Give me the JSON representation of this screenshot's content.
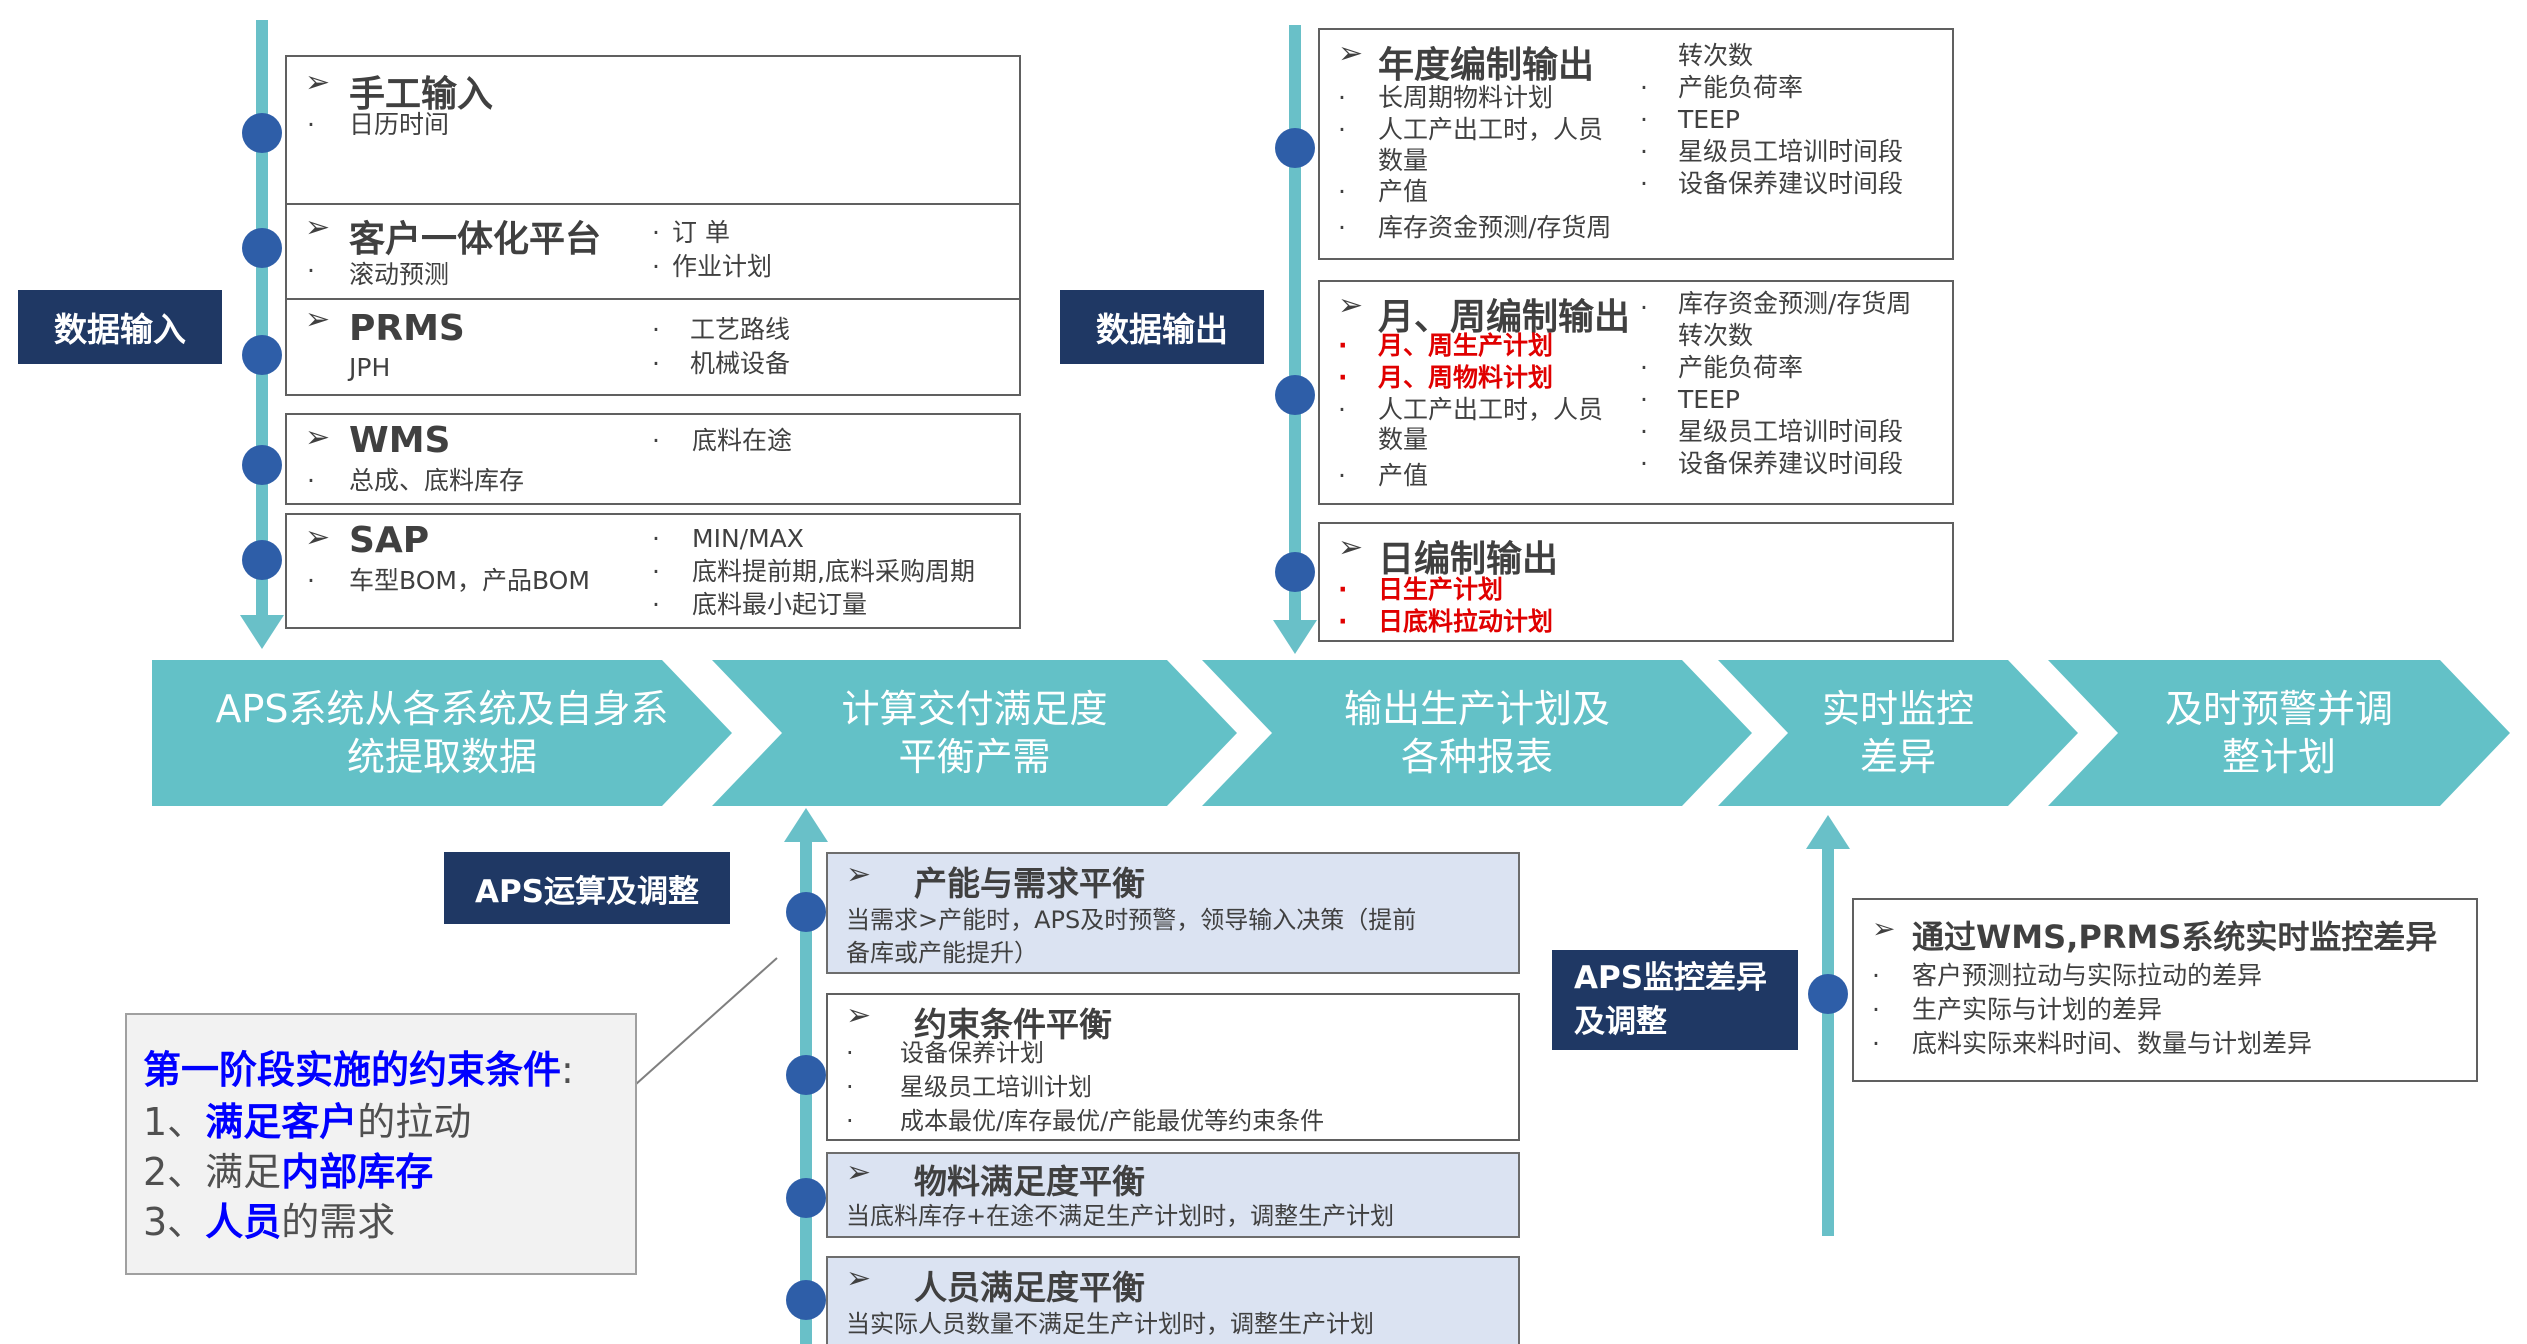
{
  "labels": {
    "data_input": "数据输入",
    "data_output": "数据输出",
    "aps_calc": "APS运算及调整",
    "aps_monitor": "APS监控差异\n及调整"
  },
  "process": [
    "APS系统从各系统及自身系\n统提取数据",
    "计算交付满足度\n平衡产需",
    "输出生产计划及\n各种报表",
    "实时监控\n差异",
    "及时预警并调\n整计划"
  ],
  "input_boxes": {
    "manual": {
      "title": "手工输入",
      "items": [
        "日历时间"
      ]
    },
    "customer": {
      "title": "客户一体化平台",
      "left": [
        "滚动预测"
      ],
      "right": [
        "订 单",
        "作业计划"
      ]
    },
    "prms": {
      "title": "PRMS",
      "left": [
        "JPH"
      ],
      "right": [
        "工艺路线",
        "机械设备"
      ]
    },
    "wms": {
      "title": "WMS",
      "left": [
        "总成、底料库存"
      ],
      "right": [
        "底料在途"
      ]
    },
    "sap": {
      "title": "SAP",
      "left": [
        "车型BOM，产品BOM"
      ],
      "right": [
        "MIN/MAX",
        "底料提前期,底料采购周期",
        "底料最小起订量"
      ]
    }
  },
  "output_boxes": {
    "annual": {
      "title": "年度编制输出",
      "left": [
        "长周期物料计划",
        "人工产出工时，人员",
        "数量",
        "产值",
        "库存资金预测/存货周"
      ],
      "right": [
        "转次数",
        "产能负荷率",
        "TEEP",
        "星级员工培训时间段",
        "设备保养建议时间段"
      ]
    },
    "monthly": {
      "title": "月、周编制输出",
      "left_red": [
        "月、周生产计划",
        "月、周物料计划"
      ],
      "left": [
        "人工产出工时，人员",
        "数量",
        "产值"
      ],
      "right": [
        "库存资金预测/存货周",
        "转次数",
        "产能负荷率",
        "TEEP",
        "星级员工培训时间段",
        "设备保养建议时间段"
      ]
    },
    "daily": {
      "title": "日编制输出",
      "left_red": [
        "日生产计划",
        "日底料拉动计划"
      ]
    }
  },
  "calc_boxes": {
    "capacity": {
      "title": "产能与需求平衡",
      "lines": [
        "当需求>产能时，APS及时预警，领导输入决策（提前",
        "备库或产能提升）"
      ]
    },
    "constraint": {
      "title": "约束条件平衡",
      "items": [
        "设备保养计划",
        "星级员工培训计划",
        "成本最优/库存最优/产能最优等约束条件"
      ]
    },
    "material": {
      "title": "物料满足度平衡",
      "lines": [
        "当底料库存+在途不满足生产计划时，调整生产计划"
      ]
    },
    "staff": {
      "title": "人员满足度平衡",
      "lines": [
        "当实际人员数量不满足生产计划时，调整生产计划"
      ]
    }
  },
  "monitor_box": {
    "title": "通过WMS,PRMS系统实时监控差异",
    "items": [
      "客户预测拉动与实际拉动的差异",
      "生产实际与计划的差异",
      "底料实际来料时间、数量与计划差异"
    ]
  },
  "constraints_note": {
    "title": "第一阶段实施的约束条件",
    "colon": ":",
    "l1_prefix": "1、",
    "l1_em": "满足客户",
    "l1_suffix": "的拉动",
    "l2_prefix": "2、满足",
    "l2_em": "内部库存",
    "l3_prefix": "3、",
    "l3_em": "人员",
    "l3_suffix": "的需求"
  },
  "symbols": {
    "bullet": "·",
    "arrow": "➢"
  },
  "colors": {
    "teal": "#63c1c7",
    "navy": "#1f3864",
    "dot": "#2e5ea8",
    "red": "#e00000",
    "blue_text": "#0000ff",
    "calc_box_bg": "#dbe3f2"
  }
}
